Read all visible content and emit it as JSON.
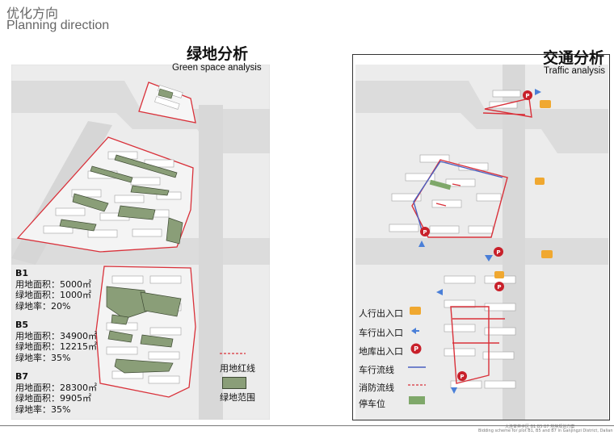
{
  "header": {
    "title_cn": "优化方向",
    "title_en": "Planning direction"
  },
  "green_panel": {
    "title_cn": "绿地分析",
    "title_en": "Green space analysis",
    "plots": [
      {
        "name": "B1",
        "lines": [
          "用地面积：5000㎡",
          "绿地面积：1000㎡",
          "绿地率：20%"
        ]
      },
      {
        "name": "B5",
        "lines": [
          "用地面积：34900㎡",
          "绿地面积：12215㎡",
          "绿地率：35%"
        ]
      },
      {
        "name": "B7",
        "lines": [
          "用地面积：28300㎡",
          "绿地面积：9905㎡",
          "绿地率：35%"
        ]
      }
    ],
    "legend": [
      {
        "label": "用地红线",
        "symbol": "red-dashed-line"
      },
      {
        "label": "绿地范围",
        "symbol": "green-hatched-box"
      }
    ]
  },
  "traffic_panel": {
    "title_cn": "交通分析",
    "title_en": "Traffic analysis",
    "legend": [
      {
        "label": "人行出入口",
        "symbol": "pedestrian-icon"
      },
      {
        "label": "车行出入口",
        "symbol": "blue-arrow-icon"
      },
      {
        "label": "地库出入口",
        "symbol": "parking-p-icon"
      },
      {
        "label": "车行流线",
        "symbol": "blue-line"
      },
      {
        "label": "消防流线",
        "symbol": "red-dashed-line"
      },
      {
        "label": "停车位",
        "symbol": "green-box"
      }
    ],
    "parking_letter": "P"
  },
  "footer": {
    "line1": "大连甘井子区 B1 B5 B7 地块规划方案",
    "line2": "Bidding scheme for plot B1, B5 and B7 in Ganjingzi District, Dalian"
  },
  "colors": {
    "boundary": "#d9313a",
    "green": "#8a9e78",
    "route": "#4a5fc0",
    "pedestrian": "#f0a830"
  }
}
